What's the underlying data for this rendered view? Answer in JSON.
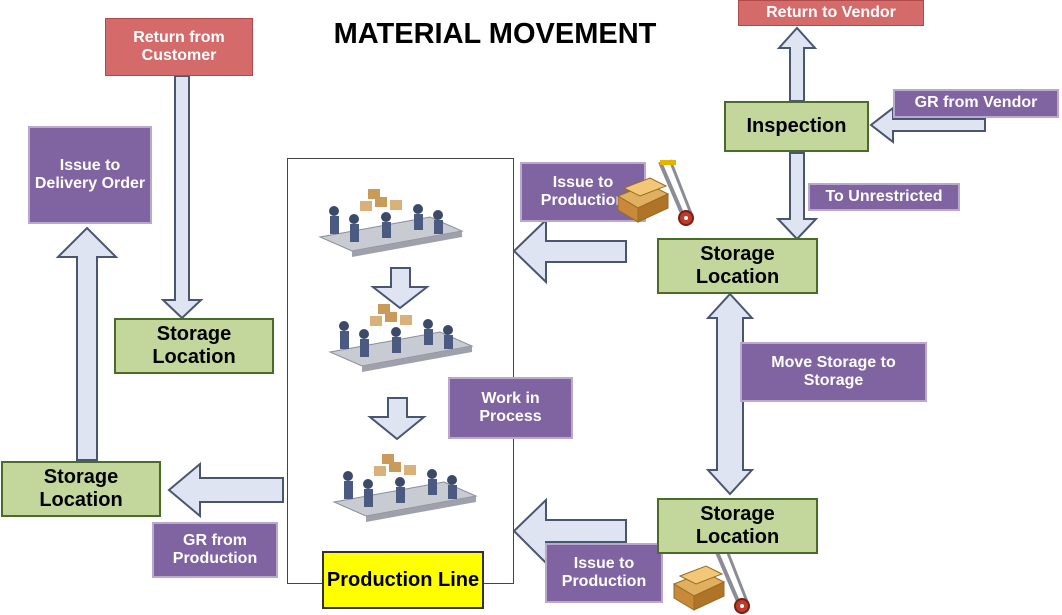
{
  "title": "MATERIAL MOVEMENT",
  "boxes": {
    "return_from_customer": "Return from Customer",
    "issue_to_delivery_order": "Issue to Delivery Order",
    "storage_location_mid_left": "Storage Location",
    "storage_location_bottom_left": "Storage Location",
    "gr_from_production": "GR from Production",
    "production_line": "Production Line",
    "work_in_process": "Work in Process",
    "issue_to_production_top": "Issue to Production",
    "issue_to_production_bottom": "Issue to Production",
    "return_to_vendor": "Return to Vendor",
    "inspection": "Inspection",
    "gr_from_vendor": "GR from Vendor",
    "to_unrestricted": "To Unrestricted",
    "storage_location_top_right": "Storage Location",
    "move_storage_to_storage": "Move Storage to Storage",
    "storage_location_bottom_right": "Storage Location"
  },
  "colors": {
    "storage_fill": "#c3d69b",
    "label_fill": "#8064a2",
    "return_fill": "#d46a6a",
    "production_fill": "#ffff00",
    "arrow_fill": "#dfe4f2"
  },
  "icons": [
    "assembly-line-illustration",
    "hand-truck-icon"
  ]
}
